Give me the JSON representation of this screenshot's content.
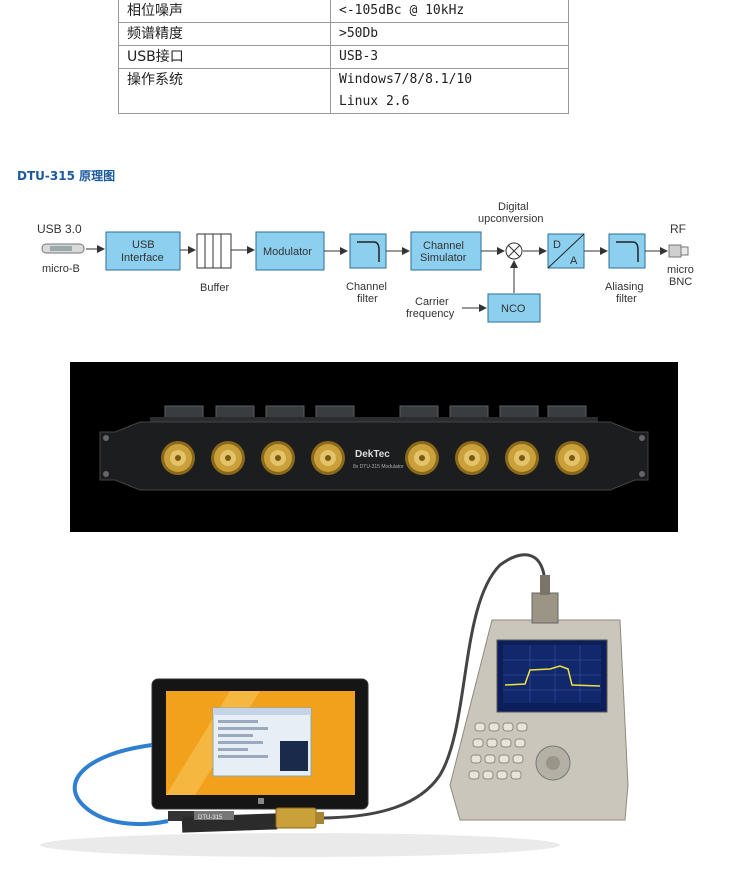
{
  "spec_table": {
    "rows": [
      {
        "key": "相位噪声",
        "values": [
          "<-105dBc @ 10kHz"
        ]
      },
      {
        "key": "频谱精度",
        "values": [
          ">50Db"
        ]
      },
      {
        "key": "USB接口",
        "values": [
          "USB-3"
        ]
      },
      {
        "key": "操作系统",
        "values": [
          "Windows7/8/8.1/10",
          "Linux 2.6"
        ]
      }
    ]
  },
  "section_title": "DTU-315 原理图",
  "diagram": {
    "usb_label": "USB 3.0",
    "micro_b": "micro-B",
    "usb_interface_line1": "USB",
    "usb_interface_line2": "Interface",
    "buffer": "Buffer",
    "modulator": "Modulator",
    "channel_filter_line1": "Channel",
    "channel_filter_line2": "filter",
    "channel_sim_line1": "Channel",
    "channel_sim_line2": "Simulator",
    "digital_line1": "Digital",
    "digital_line2": "upconversion",
    "carrier_line1": "Carrier",
    "carrier_line2": "frequency",
    "nco": "NCO",
    "dac_d": "D",
    "dac_a": "A",
    "aliasing_line1": "Aliasing",
    "aliasing_line2": "filter",
    "rf": "RF",
    "micro_bnc_line1": "micro",
    "micro_bnc_line2": "BNC"
  },
  "rack": {
    "logo": "DekTec",
    "caption": "8x DTU-315 Modulator"
  },
  "device": {
    "usb_stick_label": "DTU-315"
  },
  "colors": {
    "block_fill": "#8ccfee",
    "block_stroke": "#2a6f9a",
    "heading": "#1c5aa0",
    "brass": "#c9a03a"
  }
}
